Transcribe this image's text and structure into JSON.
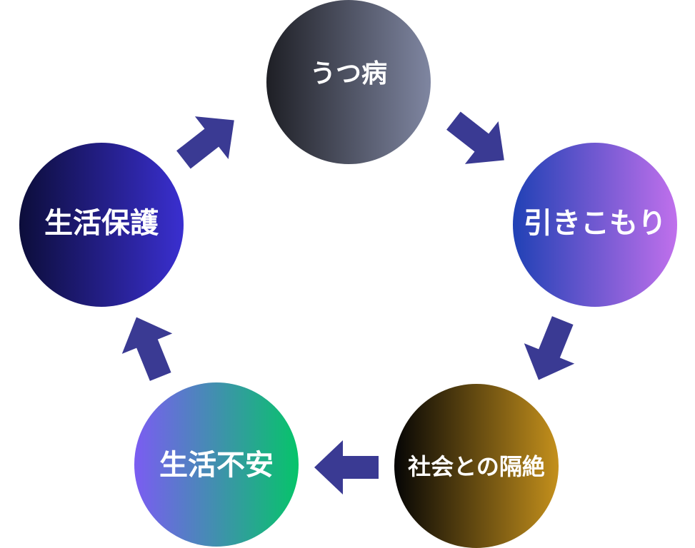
{
  "cycle": {
    "nodes": [
      {
        "id": "depression",
        "label": "うつ病",
        "gradient": [
          "#1e1f25",
          "#7f86a1"
        ]
      },
      {
        "id": "withdrawal",
        "label": "引きこもり",
        "gradient": [
          "#2041b5",
          "#c070ec"
        ]
      },
      {
        "id": "isolation",
        "label": "社会との隔絶",
        "gradient": [
          "#050505",
          "#c4901c"
        ]
      },
      {
        "id": "anxiety",
        "label": "生活不安",
        "gradient": [
          "#7b5cf2",
          "#06c46a"
        ]
      },
      {
        "id": "welfare",
        "label": "生活保護",
        "gradient": [
          "#0c0d3a",
          "#3a2fd0"
        ]
      }
    ],
    "arrow_color": "#3a3a93"
  }
}
